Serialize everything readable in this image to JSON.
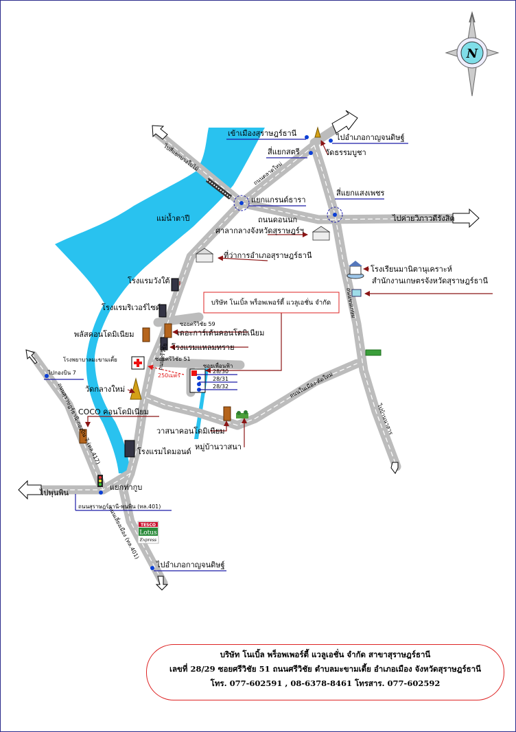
{
  "compass": {
    "letter": "N"
  },
  "places": {
    "to_surat_city": "เข้าเมืองสุราษฎร์ธานี",
    "to_kanchanadit_north": "ไปอำเภอกาญจนดิษฐ์",
    "wat_thammabucha": "วัดธรรมบูชา",
    "saket_junction": "สี่แยกสตรี",
    "to_bang_bai_mai": "ไปสี่แยกบางใบไม้",
    "talat_mai_road": "ถนนตลาดใหม่",
    "grand_thara_junction": "แยกแกรนด์ธารา",
    "saeng_phet_junction": "สี่แยกแสงเพชร",
    "tapi_river": "แม่น้ำตาปี",
    "don_nok_road": "ถนนดอนนก",
    "to_vibhavadi_camp": "ไปค่ายวิภาวดีรังสิต",
    "provincial_hall": "ศาลากลางจังหวัดสุราษฎร์ฯ",
    "district_office": "ที่ว่าการอำเภอสุราษฎร์ธานี",
    "school": "โรงเรียนมานิตานุเคราะห์",
    "agri_office": "สำนักงานเกษตรจังหวัดสุราษฎร์ธานี",
    "wang_tai_hotel": "โรงแรมวังใต้",
    "riverside_hotel": "โรงแรมริเวอร์ไซด์",
    "company_box": "บริษัท โนเบิ้ล พร็อพเพอร์ตี้ แวลูเอชั่น จำกัด",
    "soi_59": "ซอยศรีวิชัย 59",
    "the_court_condo": "เดอะการ์เด้นคอนโดมิเนียม",
    "plus_condo": "พลัสคอนโดมิเนียม",
    "laem_sai_hotel": "โรงแรมแหลมทราย",
    "chayamongkol_hospital": "โรงพยาบาลมะขามเตี้ย",
    "to_kong_bin": "ไปกองบิน 7",
    "soi_51": "ซอยศรีวิชัย 51",
    "soi_phueanfa": "ซอยเพื่อนฟ้า",
    "house_2830": "28/30",
    "house_2831": "28/31",
    "house_2832": "28/32",
    "distance_250": "250เมตร",
    "si_wichai_road": "ถนนศรีวิชัย",
    "wat_klang_mai": "วัดกลางใหม่",
    "coco_condo": "COCO คอนโดมิเนียม",
    "wasana_condo": "วาสนาคอนโดมิเนียม",
    "wasana_village": "หมู่บ้านวาสนา",
    "diamond_hotel": "โรงแรมไดมอนด์",
    "nai_muang_road": "ถนนในเมือง-ตัดใหม่",
    "chon_kasem_road": "ถนนชนเกษม",
    "to_ban_na_san": "ไปบ้านนาสาร",
    "surat_koh_nam_road": "ถนนสุราษฎร์ธานี-กองบิน 7 (ทล.417)",
    "to_phunphin": "ไปพุนพิน",
    "tha_kup_junction": "แยกท่ากูบ",
    "surat_phunphin_road": "ถนนสุราษฎร์ธานี-พุนพิน (ทล.401)",
    "tesco_line1": "TESCO",
    "tesco_line2": "Lotus",
    "tesco_line3": "Express",
    "bypass_road": "ถนนเลี่ยงเมือง (ทล.401)",
    "to_kanchanadit_south": "ไปอำเภอกาญจนดิษฐ์"
  },
  "address": {
    "line1": "บริษัท โนเบิ้ล พร็อพเพอร์ตี้ แวลูเอชั่น จำกัด สาขาสุราษฎร์ธานี",
    "line2": "เลขที่ 28/29 ซอยศรีวิชัย 51 ถนนศรีวิชัย ตำบลมะขามเตี้ย อำเภอเมือง จังหวัดสุราษฎร์ธานี",
    "line3": "โทร. 077-602591 , 08-6378-8461 โทรสาร. 077-602592"
  },
  "colors": {
    "river": "#29c2ef",
    "road": "#bcbcbc",
    "leader": "#8b1414",
    "underline": "#1a1aa8",
    "dot": "#0b3fd6"
  }
}
